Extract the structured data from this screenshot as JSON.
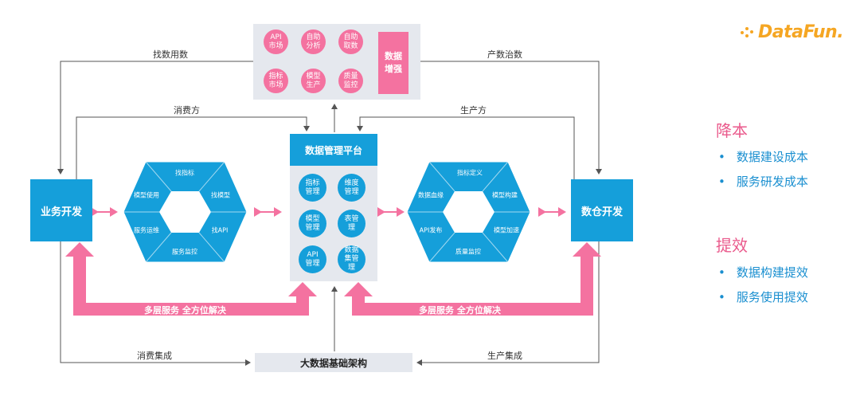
{
  "logo": {
    "text": "DataFun."
  },
  "top_panel": {
    "circles": [
      "API\n市场",
      "自助\n分析",
      "自助\n取数",
      "指标\n市场",
      "模型\n生产",
      "质量\n监控"
    ],
    "enhance": "数据\n增强"
  },
  "labels": {
    "find_data": "找数用数",
    "produce_govern": "产数治数",
    "consumer": "消费方",
    "producer": "生产方",
    "consume_integration": "消费集成",
    "produce_integration": "生产集成"
  },
  "left_box": "业务开发",
  "right_box": "数仓开发",
  "center": {
    "title": "数据管理平台",
    "circles": [
      "指标\n管理",
      "维度\n管理",
      "模型\n管理",
      "表管\n理",
      "API\n管理",
      "数据\n集管\n理"
    ]
  },
  "left_hex": [
    "找指标",
    "找模型",
    "找API",
    "服务监控",
    "服务运维",
    "模型使用"
  ],
  "right_hex": [
    "指标定义",
    "模型构建",
    "模型加速",
    "质量监控",
    "API发布",
    "数据血缘"
  ],
  "band": {
    "left": "多层服务  全方位解决",
    "right": "多层服务  全方位解决"
  },
  "bottom": "大数据基础架构",
  "benefits": [
    {
      "title": "降本",
      "items": [
        "数据建设成本",
        "服务研发成本"
      ]
    },
    {
      "title": "提效",
      "items": [
        "数据构建提效",
        "服务使用提效"
      ]
    }
  ],
  "colors": {
    "blue": "#159fda",
    "pink": "#f472a0",
    "panel": "#e5e8ee",
    "accent_text": "#ea5a8c",
    "bullet_text": "#1a8fd0",
    "logo": "#f5a623"
  }
}
